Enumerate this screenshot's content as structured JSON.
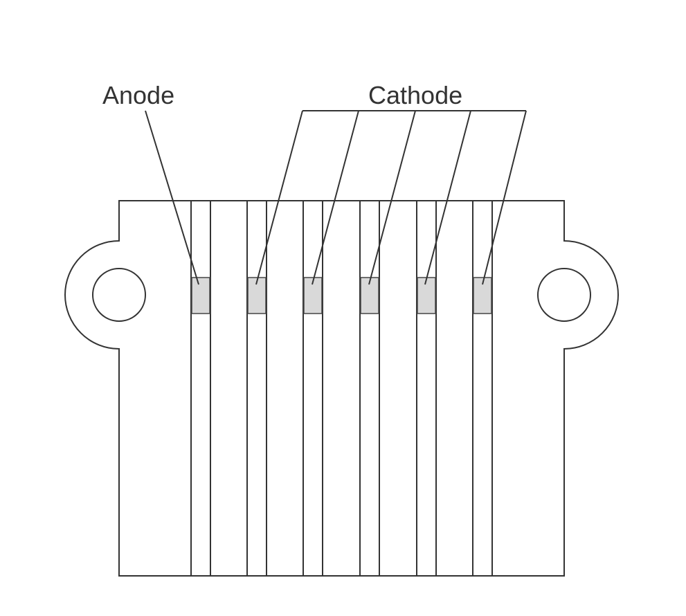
{
  "labels": {
    "anode": "Anode",
    "cathode": "Cathode"
  },
  "colors": {
    "line": "#333333",
    "pad_fill": "#d9d9d9",
    "background": "#ffffff"
  },
  "counts": {
    "anode_strips": 1,
    "cathode_strips": 5,
    "mounting_holes": 2
  }
}
